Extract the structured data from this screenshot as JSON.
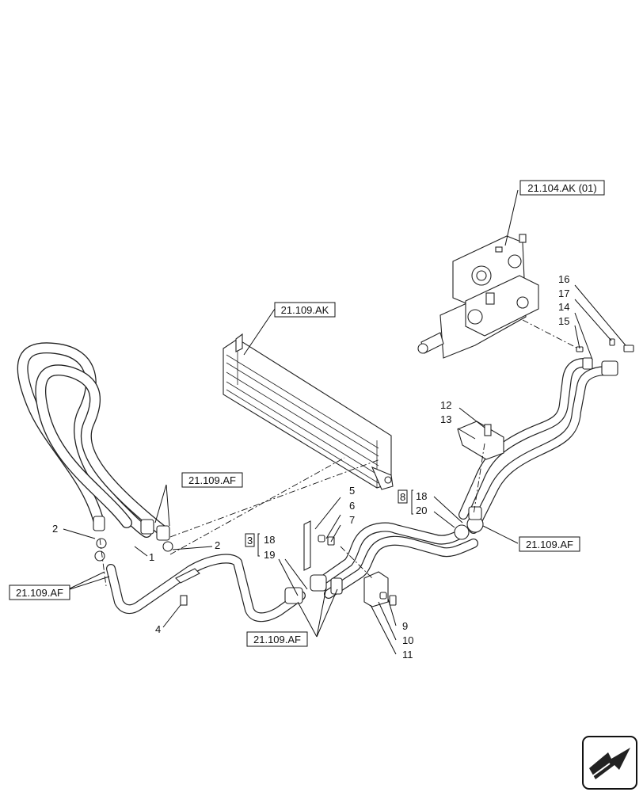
{
  "references": {
    "valve": "21.104.AK (01)",
    "cooler": "21.109.AK",
    "af_cooler": "21.109.AF",
    "af_left": "21.109.AF",
    "af_right": "21.109.AF",
    "af_bottom": "21.109.AF"
  },
  "callouts": {
    "n1": "1",
    "n2a": "2",
    "n2b": "2",
    "n3": "3",
    "n4": "4",
    "n5": "5",
    "n6": "6",
    "n7": "7",
    "n8": "8",
    "n9": "9",
    "n10": "10",
    "n11": "11",
    "n12": "12",
    "n13": "13",
    "n14": "14",
    "n15": "15",
    "n16": "16",
    "n17": "17",
    "n18a": "18",
    "n19": "19",
    "n18b": "18",
    "n20": "20"
  },
  "icons": {
    "corner": "next-page-arrow-icon"
  }
}
